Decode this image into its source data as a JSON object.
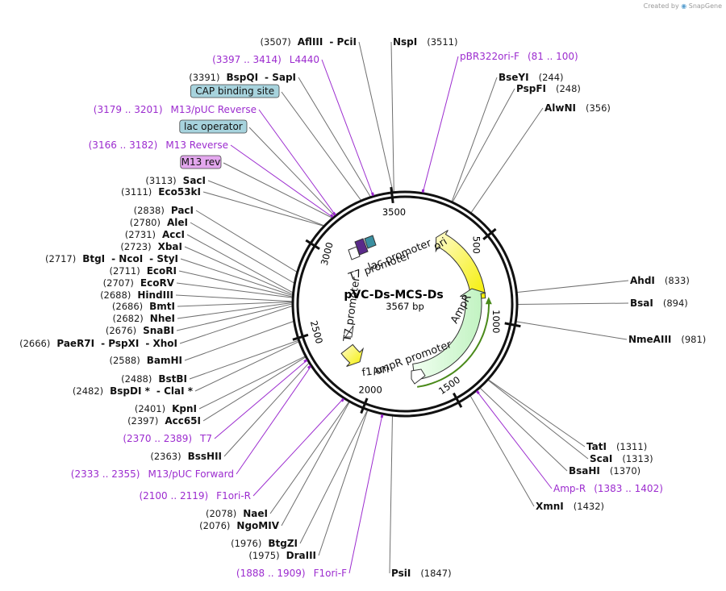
{
  "credit": {
    "prefix": "Created by",
    "brand": "SnapGene"
  },
  "plasmid": {
    "name": "pVC-Ds-MCS-Ds",
    "length_label": "3567 bp",
    "length": 3567
  },
  "ticks": [
    {
      "pos": 500,
      "label": "500"
    },
    {
      "pos": 1000,
      "label": "1000"
    },
    {
      "pos": 1500,
      "label": "1500"
    },
    {
      "pos": 2000,
      "label": "2000"
    },
    {
      "pos": 2500,
      "label": "2500"
    },
    {
      "pos": 3000,
      "label": "3000"
    },
    {
      "pos": 3500,
      "label": "3500"
    }
  ],
  "colors": {
    "primer": "#9c2ccf",
    "ori": "#ffff00",
    "ampr": "#ccffcc",
    "label_box": "#a7d3dd",
    "m13_box": "#e3a7ee",
    "ring": "#111111"
  },
  "features": [
    {
      "name": "ori",
      "type": "origin",
      "color": "#ffff00"
    },
    {
      "name": "AmpR",
      "type": "cds",
      "color": "#ccffcc"
    },
    {
      "name": "AmpR promoter",
      "type": "promoter"
    },
    {
      "name": "f1 ori",
      "type": "origin",
      "color": "#ffff00"
    },
    {
      "name": "lac promoter",
      "type": "promoter"
    },
    {
      "name": "T7 promoter",
      "type": "promoter"
    },
    {
      "name": "T7 promoter",
      "type": "promoter"
    },
    {
      "name": "CAP binding site",
      "type": "protein_bind"
    },
    {
      "name": "lac operator",
      "type": "protein_bind"
    },
    {
      "name": "M13 rev",
      "type": "primer_bind"
    }
  ],
  "left_labels": [
    {
      "kind": "enz",
      "site": 3507,
      "parts": [
        "(3507)",
        "AflIII",
        "- PciI"
      ]
    },
    {
      "kind": "primer",
      "site": 3405,
      "parts": [
        "(3397 .. 3414)",
        "L4440"
      ]
    },
    {
      "kind": "enz",
      "site": 3391,
      "parts": [
        "(3391)",
        "BspQI",
        "- SapI"
      ]
    },
    {
      "kind": "box",
      "site": 3340,
      "parts": [
        "CAP binding site"
      ]
    },
    {
      "kind": "primer",
      "site": 3190,
      "parts": [
        "(3179 .. 3201)",
        "M13/pUC Reverse"
      ]
    },
    {
      "kind": "box",
      "site": 3185,
      "parts": [
        "lac operator"
      ]
    },
    {
      "kind": "primer",
      "site": 3174,
      "parts": [
        "(3166 .. 3182)",
        "M13 Reverse"
      ]
    },
    {
      "kind": "box2",
      "site": 3170,
      "parts": [
        "M13 rev"
      ]
    },
    {
      "kind": "enz",
      "site": 3113,
      "parts": [
        "(3113)",
        "SacI"
      ]
    },
    {
      "kind": "enz",
      "site": 3111,
      "parts": [
        "(3111)",
        "Eco53kI"
      ]
    },
    {
      "kind": "enz",
      "site": 2838,
      "parts": [
        "(2838)",
        "PacI"
      ]
    },
    {
      "kind": "enz",
      "site": 2780,
      "parts": [
        "(2780)",
        "AleI"
      ]
    },
    {
      "kind": "enz",
      "site": 2731,
      "parts": [
        "(2731)",
        "AccI"
      ]
    },
    {
      "kind": "enz",
      "site": 2723,
      "parts": [
        "(2723)",
        "XbaI"
      ]
    },
    {
      "kind": "enz",
      "site": 2717,
      "parts": [
        "(2717)",
        "BtgI",
        "- NcoI",
        "- StyI"
      ]
    },
    {
      "kind": "enz",
      "site": 2711,
      "parts": [
        "(2711)",
        "EcoRI"
      ]
    },
    {
      "kind": "enz",
      "site": 2707,
      "parts": [
        "(2707)",
        "EcoRV"
      ]
    },
    {
      "kind": "enz",
      "site": 2688,
      "parts": [
        "(2688)",
        "HindIII"
      ]
    },
    {
      "kind": "enz",
      "site": 2686,
      "parts": [
        "(2686)",
        "BmtI"
      ]
    },
    {
      "kind": "enz",
      "site": 2682,
      "parts": [
        "(2682)",
        "NheI"
      ]
    },
    {
      "kind": "enz",
      "site": 2676,
      "parts": [
        "(2676)",
        "SnaBI"
      ]
    },
    {
      "kind": "enz",
      "site": 2666,
      "parts": [
        "(2666)",
        "PaeR7I",
        "- PspXI",
        "- XhoI"
      ]
    },
    {
      "kind": "enz",
      "site": 2588,
      "parts": [
        "(2588)",
        "BamHI"
      ]
    },
    {
      "kind": "enz",
      "site": 2488,
      "parts": [
        "(2488)",
        "BstBI"
      ]
    },
    {
      "kind": "enz",
      "site": 2482,
      "parts": [
        "(2482)",
        "BspDI *",
        "- ClaI *"
      ]
    },
    {
      "kind": "enz",
      "site": 2401,
      "parts": [
        "(2401)",
        "KpnI"
      ]
    },
    {
      "kind": "enz",
      "site": 2397,
      "parts": [
        "(2397)",
        "Acc65I"
      ]
    },
    {
      "kind": "primer",
      "site": 2380,
      "parts": [
        "(2370 .. 2389)",
        "T7"
      ]
    },
    {
      "kind": "enz",
      "site": 2363,
      "parts": [
        "(2363)",
        "BssHII"
      ]
    },
    {
      "kind": "primer",
      "site": 2344,
      "parts": [
        "(2333 .. 2355)",
        "M13/pUC Forward"
      ]
    },
    {
      "kind": "primer",
      "site": 2110,
      "parts": [
        "(2100 .. 2119)",
        "F1ori-R"
      ]
    },
    {
      "kind": "enz",
      "site": 2078,
      "parts": [
        "(2078)",
        "NaeI"
      ]
    },
    {
      "kind": "enz",
      "site": 2076,
      "parts": [
        "(2076)",
        "NgoMIV"
      ]
    },
    {
      "kind": "enz",
      "site": 1976,
      "parts": [
        "(1976)",
        "BtgZI"
      ]
    },
    {
      "kind": "enz",
      "site": 1975,
      "parts": [
        "(1975)",
        "DraIII"
      ]
    },
    {
      "kind": "primer",
      "site": 1898,
      "parts": [
        "(1888 .. 1909)",
        "F1ori-F"
      ]
    }
  ],
  "right_labels": [
    {
      "kind": "enz",
      "site": 3511,
      "parts": [
        "NspI",
        "(3511)"
      ]
    },
    {
      "kind": "primer",
      "site": 90,
      "parts": [
        "pBR322ori-F",
        "(81 .. 100)"
      ]
    },
    {
      "kind": "enz",
      "site": 244,
      "parts": [
        "BseYI",
        "(244)"
      ]
    },
    {
      "kind": "enz",
      "site": 248,
      "parts": [
        "PspFI",
        "(248)"
      ]
    },
    {
      "kind": "enz",
      "site": 356,
      "parts": [
        "AlwNI",
        "(356)"
      ]
    },
    {
      "kind": "enz",
      "site": 833,
      "parts": [
        "AhdI",
        "(833)"
      ]
    },
    {
      "kind": "enz",
      "site": 894,
      "parts": [
        "BsaI",
        "(894)"
      ]
    },
    {
      "kind": "enz",
      "site": 981,
      "parts": [
        "NmeAIII",
        "(981)"
      ]
    },
    {
      "kind": "enz",
      "site": 1311,
      "parts": [
        "TatI",
        "(1311)"
      ]
    },
    {
      "kind": "enz",
      "site": 1313,
      "parts": [
        "ScaI",
        "(1313)"
      ]
    },
    {
      "kind": "enz",
      "site": 1370,
      "parts": [
        "BsaHI",
        "(1370)"
      ]
    },
    {
      "kind": "primer",
      "site": 1392,
      "parts": [
        "Amp-R",
        "(1383 .. 1402)"
      ]
    },
    {
      "kind": "enz",
      "site": 1432,
      "parts": [
        "XmnI",
        "(1432)"
      ]
    },
    {
      "kind": "enz",
      "site": 1847,
      "parts": [
        "PsiI",
        "(1847)"
      ]
    }
  ]
}
